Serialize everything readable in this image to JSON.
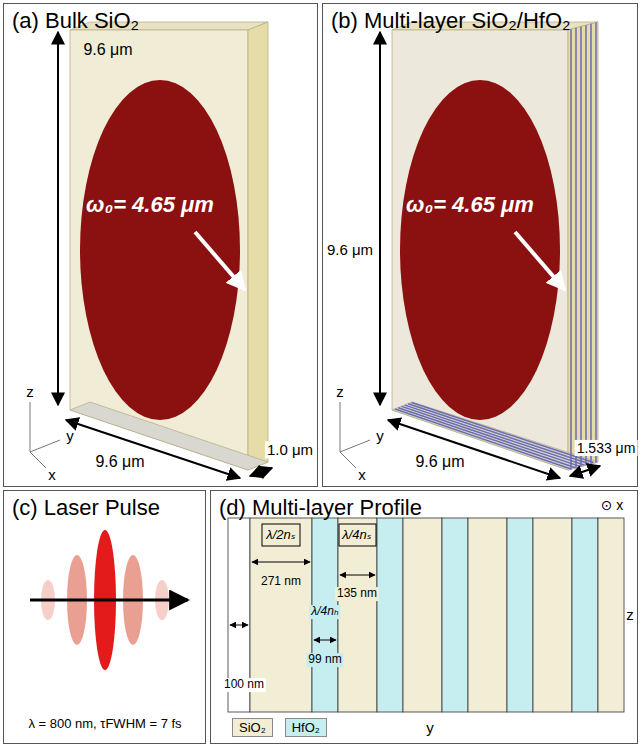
{
  "diagram": {
    "nodes": [
      {
        "text": [
          "(a) Bulk SiO₂"
        ]
      },
      {
        "text": [
          "(b) Multi-layer SiO₂/HfO₂"
        ]
      },
      {
        "text": [
          "(c) Laser Pulse"
        ]
      },
      {
        "text": [
          "(d) Multi-layer Profile"
        ]
      }
    ],
    "labels": [
      "9.6 μm",
      "ω₀= 4.65 μm",
      "9.6 μm",
      "1.0 μm",
      "z",
      "y",
      "x",
      "9.6 μm",
      "ω₀= 4.65 μm",
      "9.6 μm",
      "1.533 μm",
      "z",
      "y",
      "x",
      "λ = 800 nm, τFWHM = 7 fs",
      "⊙ x",
      "λ/2nₛ",
      "271 nm",
      "λ/4nₕ",
      "99 nm",
      "λ/4nₛ",
      "135 nm",
      "100 nm",
      "y",
      "z"
    ],
    "legend": [
      {
        "text": "SiO₂",
        "color": "#f2eed6"
      },
      {
        "text": "HfO₂",
        "color": "#c6eef0"
      }
    ]
  }
}
